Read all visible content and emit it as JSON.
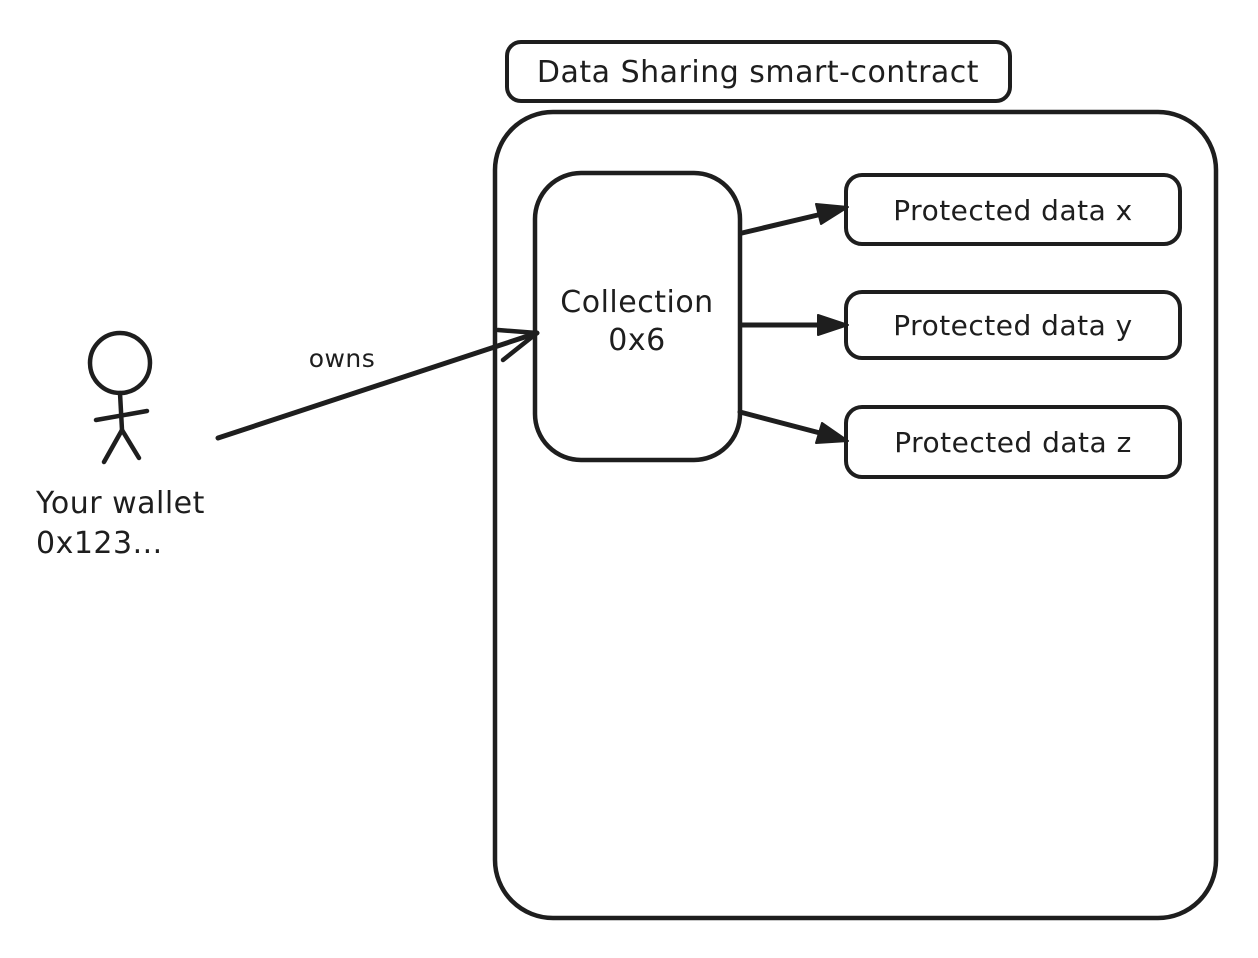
{
  "diagram": {
    "title": "Data Sharing smart-contract",
    "owns_label": "owns",
    "wallet": {
      "line1": "Your wallet",
      "line2": "0x123..."
    },
    "collection": {
      "line1": "Collection",
      "line2": "0x6"
    },
    "protected_data": [
      {
        "label": "Protected data x"
      },
      {
        "label": "Protected data y"
      },
      {
        "label": "Protected data z"
      }
    ],
    "colors": {
      "stroke": "#1e1e1e",
      "background": "#ffffff"
    }
  }
}
